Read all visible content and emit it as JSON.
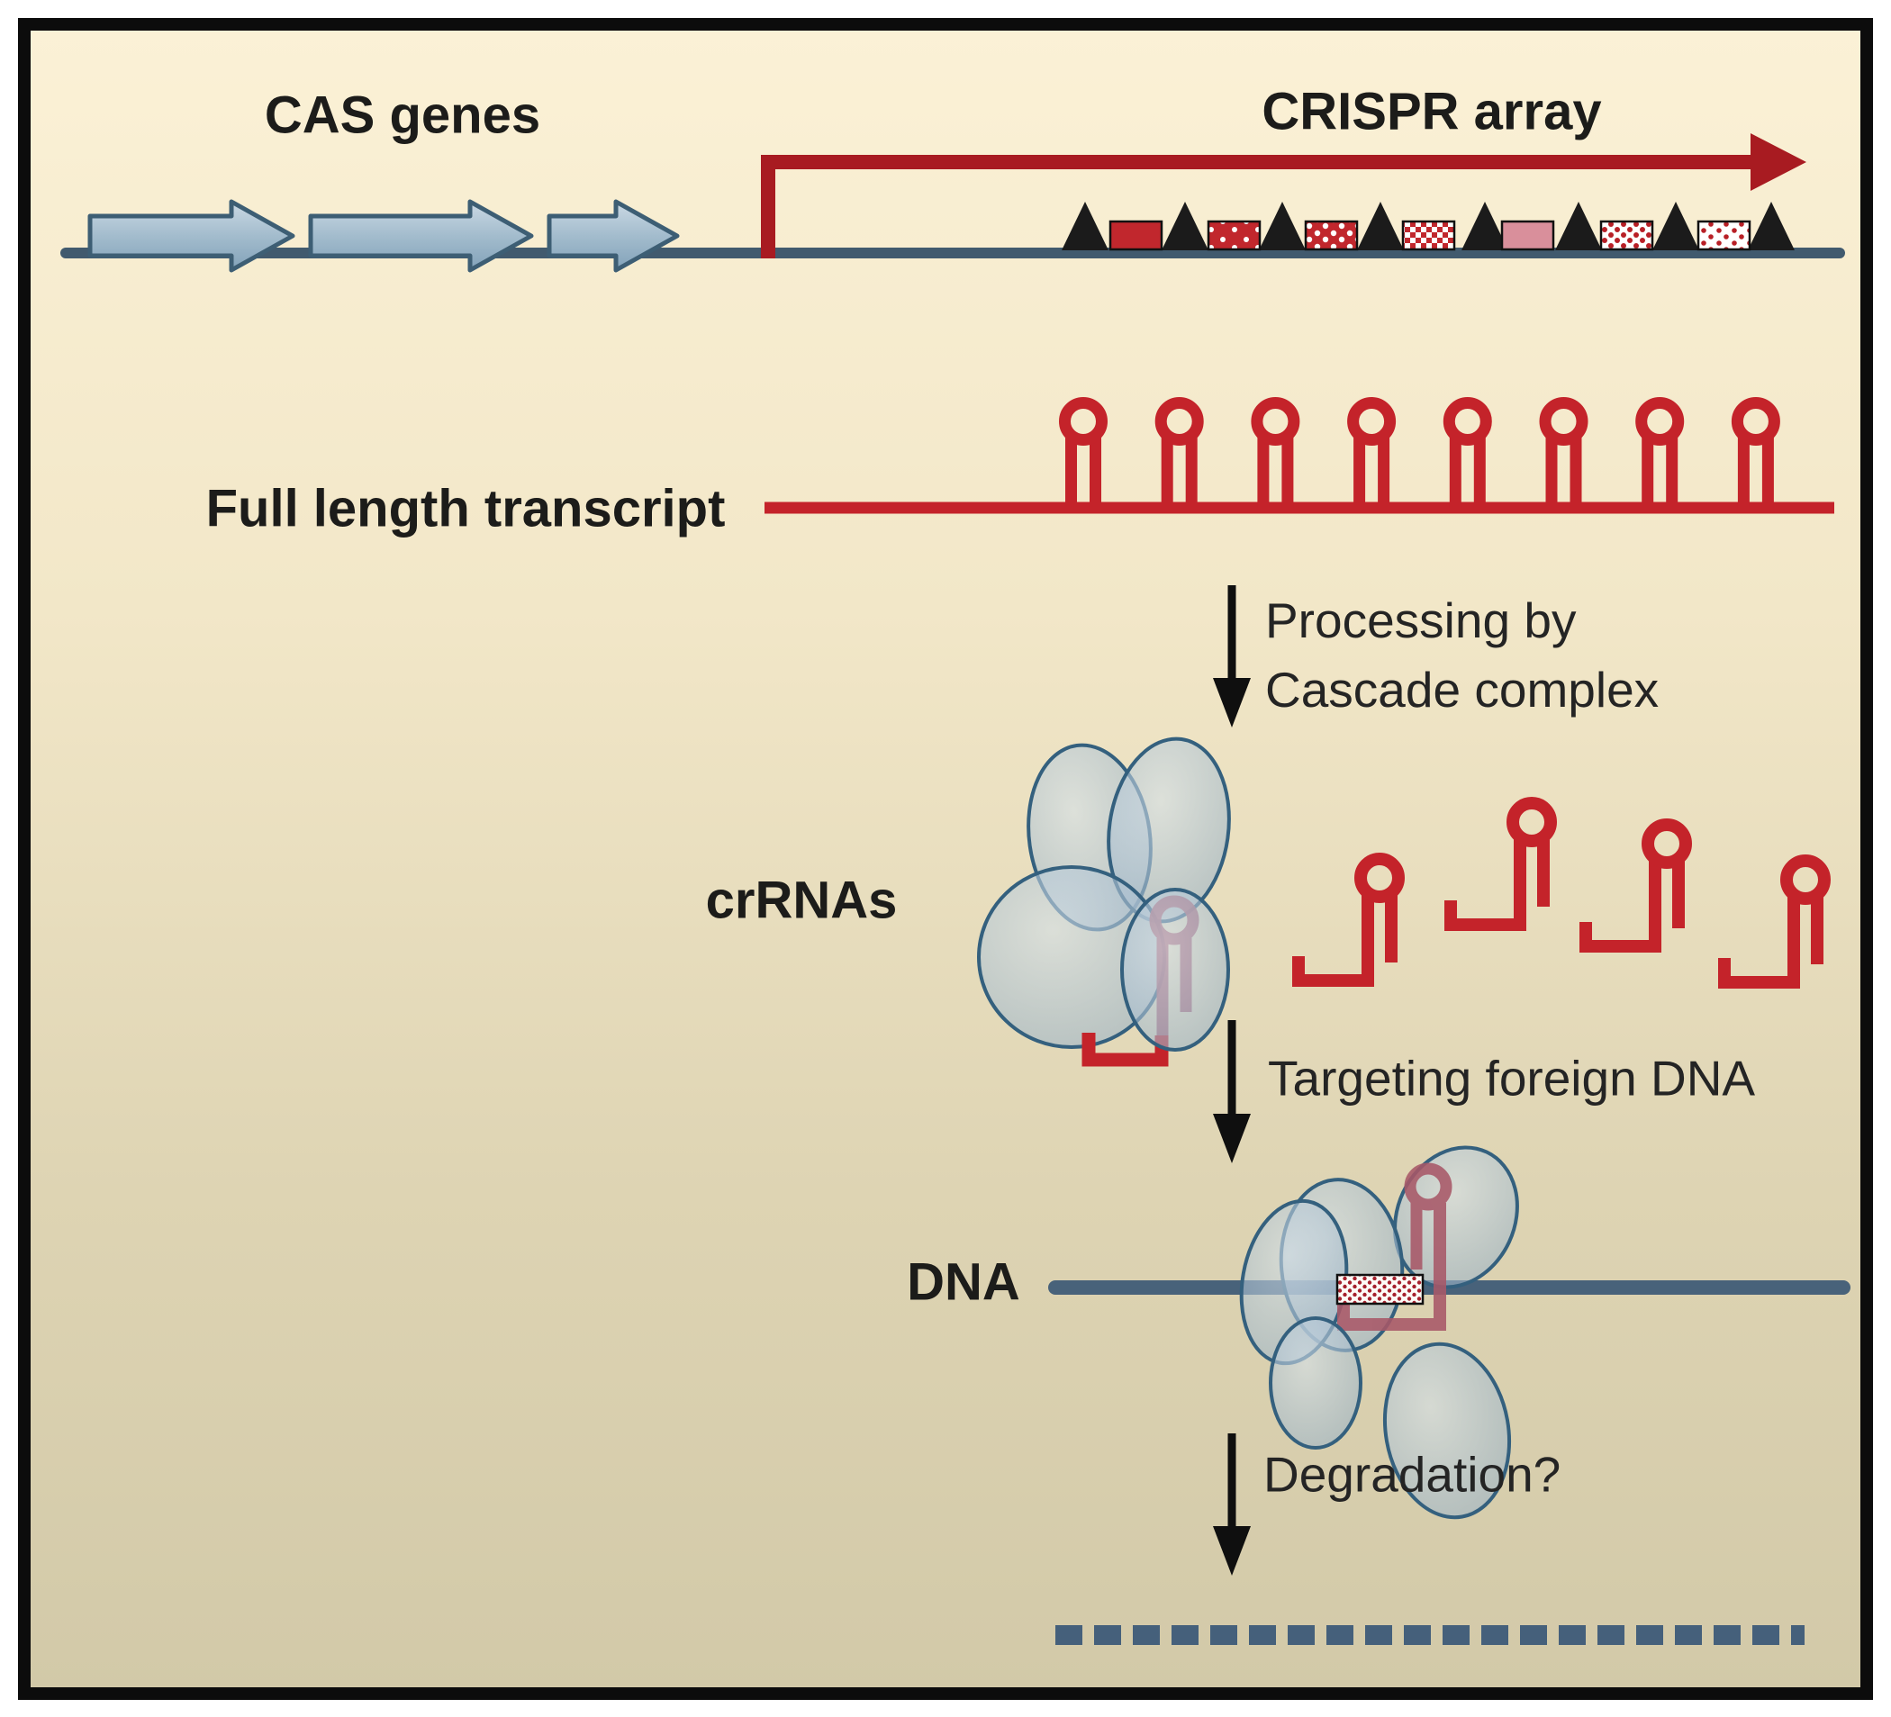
{
  "labels": {
    "cas_genes": "CAS genes",
    "crispr_array": "CRISPR array",
    "full_length_transcript": "Full length transcript",
    "processing_step": {
      "line1": "Processing by",
      "line2": "Cascade complex"
    },
    "crrnas": "crRNAs",
    "targeting_step": "Targeting foreign DNA",
    "dna": "DNA",
    "degradation_step": "Degradation?"
  },
  "palette": {
    "background_top": "#fbf1d6",
    "background_bottom": "#d2c9a8",
    "frame_black": "#0c0c0c",
    "genome_line_blue": "#415a6e",
    "gene_arrow_blue": "#9db7c9",
    "gene_arrow_outline": "#3d5e74",
    "promoter_red": "#a81b21",
    "rna_red": "#c4232a",
    "repeat_black": "#1b1b1b",
    "spacer_solid_red": "#c1272d",
    "spacer_solid_pink": "#d98f9b",
    "cascade_blob_blue": "#a3bacd",
    "cascade_blob_outline": "#34607e",
    "bound_crrna_muted_red": "#a85868",
    "step_arrow_black": "#0f0f0f"
  },
  "structure": {
    "cas_gene_arrow_count": 3,
    "repeat_count": 8,
    "spacer_patterns": [
      "solid-red",
      "red-with-sparse-white-dots",
      "red-with-white-dots",
      "white-red-checker",
      "solid-pink",
      "white-with-dense-red-dots",
      "white-with-red-dots"
    ],
    "transcript_hairpin_count": 8,
    "free_crrna_count": 4,
    "cascade_subunit_count": 4,
    "dna_bound_subunit_count": 5
  }
}
